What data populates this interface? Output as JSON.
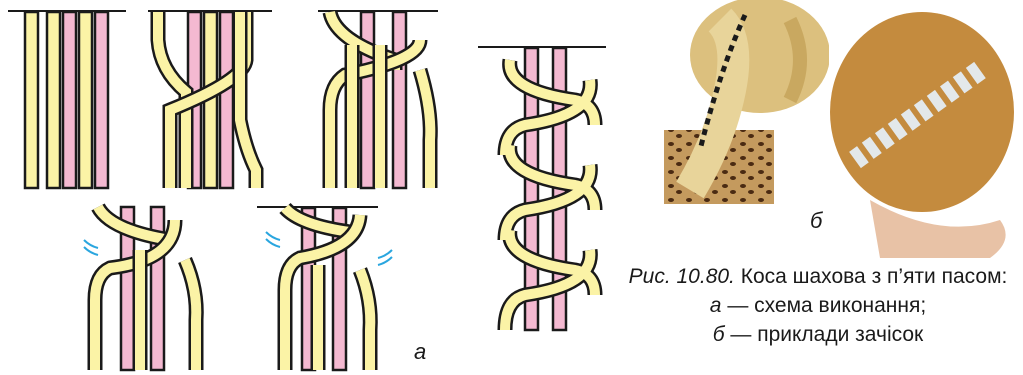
{
  "figure": {
    "label_a": "а",
    "label_b": "б",
    "caption": {
      "prefix": "Рис. 10.80.",
      "title": "Коса шахова з п’яти пасом:",
      "part_a_letter": "а",
      "part_a_text": "— схема виконання;",
      "part_b_letter": "б",
      "part_b_text": "— приклади зачісок"
    }
  },
  "colors": {
    "strand_yellow": "#fbf3a6",
    "strand_pink": "#f4b9d1",
    "outline": "#1a1a1a",
    "arrow_blue": "#2aa6df"
  }
}
